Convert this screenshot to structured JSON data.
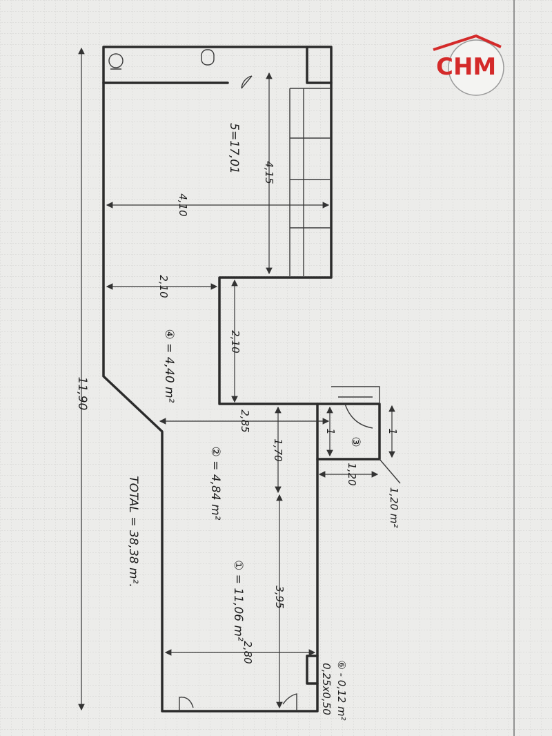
{
  "logo": {
    "text": "CHM",
    "color": "#d42a2a"
  },
  "labels": {
    "room5_area": "5=17,01",
    "dim_4_15": "4,15",
    "dim_4_10": "4,10",
    "dim_2_10_h": "2,10",
    "dim_2_10_v": "2,10",
    "room4_area": "④ = 4,40 m²",
    "dim_11_90": "11,90",
    "dim_2_85": "2,85",
    "dim_1_70": "1,70",
    "room2_area": "② = 4,84 m²",
    "total": "TOTAL = 38,38 m².",
    "room3_num": "③",
    "dim_1_a": "1",
    "dim_1_b": "1",
    "dim_1_20": "1,20",
    "room3_area": "1,20 m²",
    "room1_area": "① = 11,06 m²",
    "dim_3_95": "3,95",
    "dim_2_80": "2,80",
    "room6_area": "⑥ - 0,12 m²",
    "room6_size": "0,25x0,50"
  }
}
